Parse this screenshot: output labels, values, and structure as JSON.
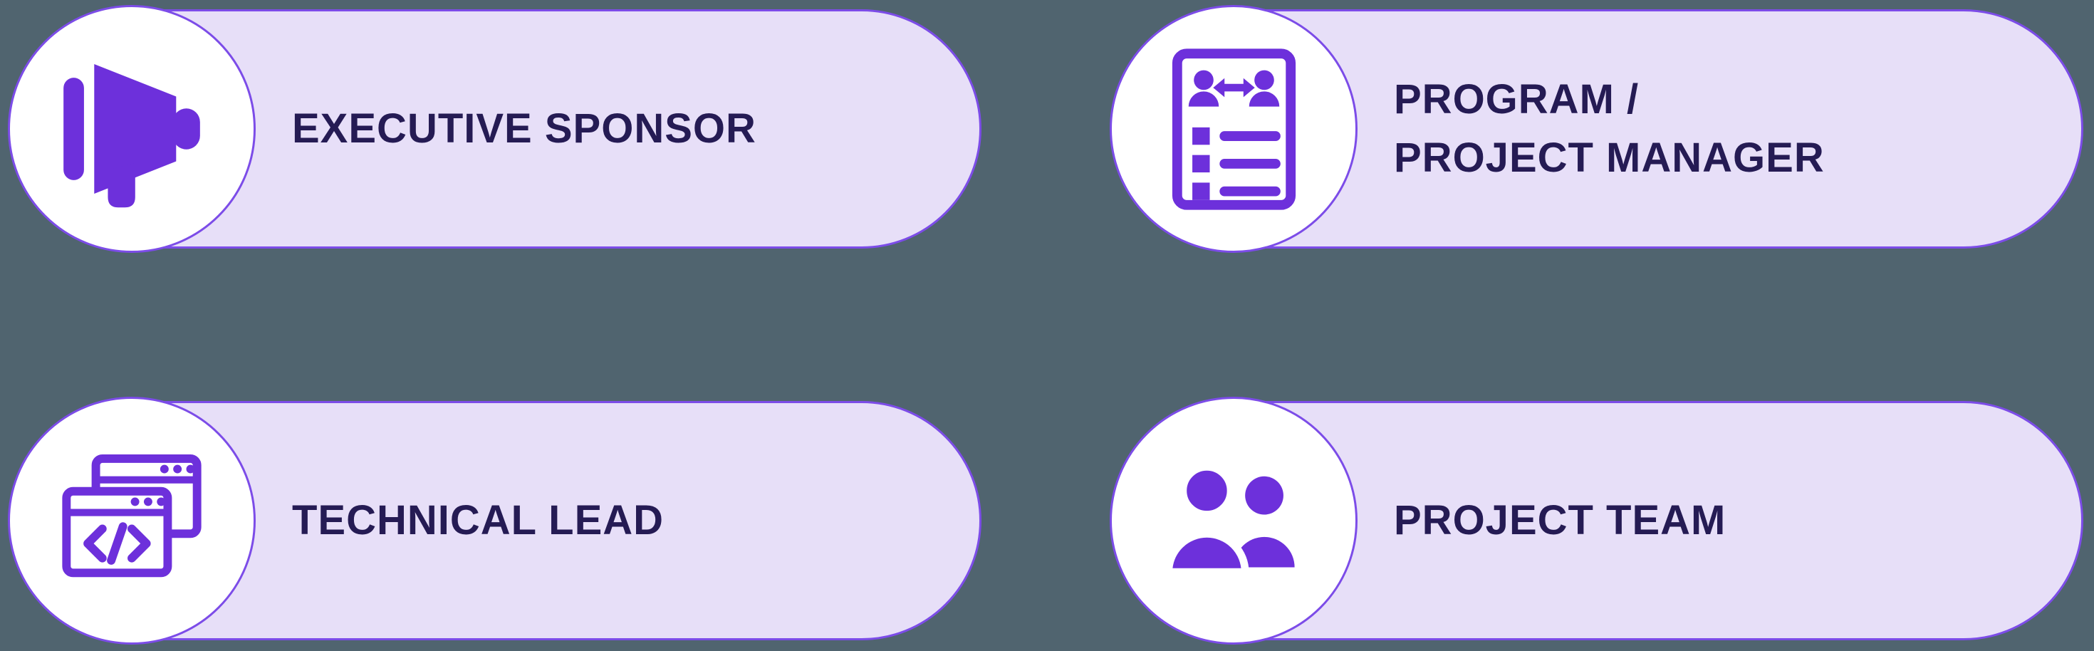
{
  "page": {
    "background": "#50646F"
  },
  "theme": {
    "accent": "#6D30DB",
    "card_background": "#E7DFF8",
    "card_border": "#7C4CE8",
    "circle_background": "#FFFFFF",
    "label_color": "#251B54"
  },
  "cards": [
    {
      "id": "executive-sponsor",
      "icon": "megaphone-icon",
      "label": "EXECUTIVE SPONSOR"
    },
    {
      "id": "program-project-manager",
      "icon": "stakeholder-checklist-icon",
      "label": "PROGRAM /\nPROJECT MANAGER"
    },
    {
      "id": "technical-lead",
      "icon": "code-window-icon",
      "label": "TECHNICAL LEAD"
    },
    {
      "id": "project-team",
      "icon": "team-icon",
      "label": "PROJECT TEAM"
    }
  ]
}
